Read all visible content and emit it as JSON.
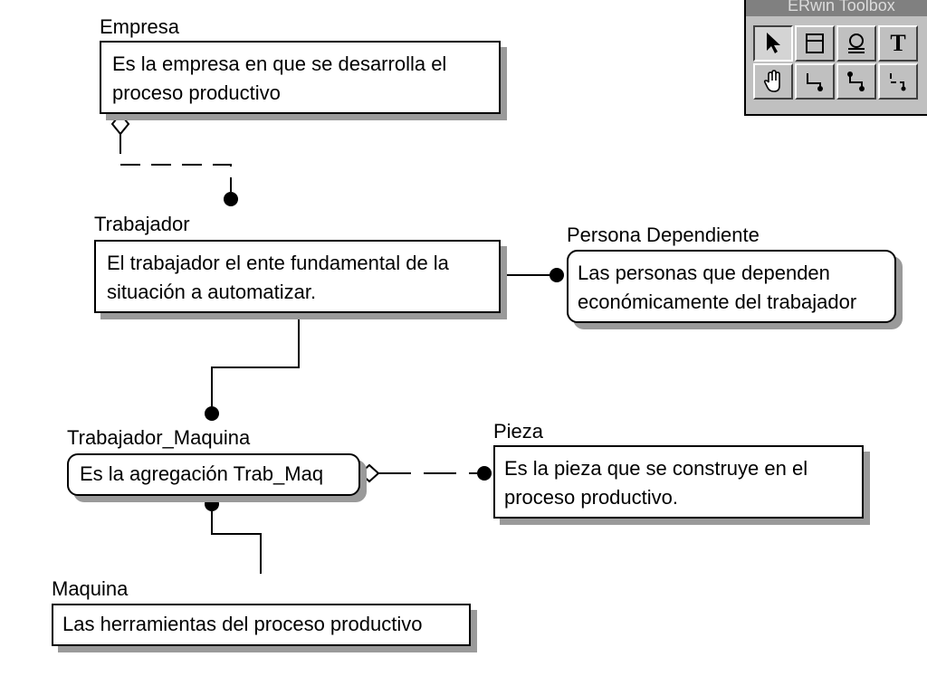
{
  "toolbox": {
    "title": "ERwin Toolbox",
    "tools": [
      {
        "name": "select-pointer-icon"
      },
      {
        "name": "entity-icon"
      },
      {
        "name": "category-icon"
      },
      {
        "name": "text-icon",
        "label": "T"
      },
      {
        "name": "hand-icon"
      },
      {
        "name": "identifying-relationship-icon"
      },
      {
        "name": "many-to-many-relationship-icon"
      },
      {
        "name": "non-identifying-relationship-icon"
      }
    ]
  },
  "entities": {
    "empresa": {
      "name": "Empresa",
      "lines": [
        "Es la empresa en que se desarrolla el",
        "proceso productivo"
      ]
    },
    "trabajador": {
      "name": "Trabajador",
      "lines": [
        "El trabajador el ente fundamental de la",
        "situación a automatizar."
      ]
    },
    "persona_dependiente": {
      "name": "Persona Dependiente",
      "lines": [
        "Las personas que dependen",
        "económicamente del trabajador"
      ]
    },
    "trabajador_maquina": {
      "name": "Trabajador_Maquina",
      "lines": [
        "Es la agregación Trab_Maq"
      ]
    },
    "pieza": {
      "name": "Pieza",
      "lines": [
        "Es la pieza que se construye en el",
        "proceso productivo."
      ]
    },
    "maquina": {
      "name": "Maquina",
      "lines": [
        "Las herramientas del proceso productivo"
      ]
    }
  }
}
